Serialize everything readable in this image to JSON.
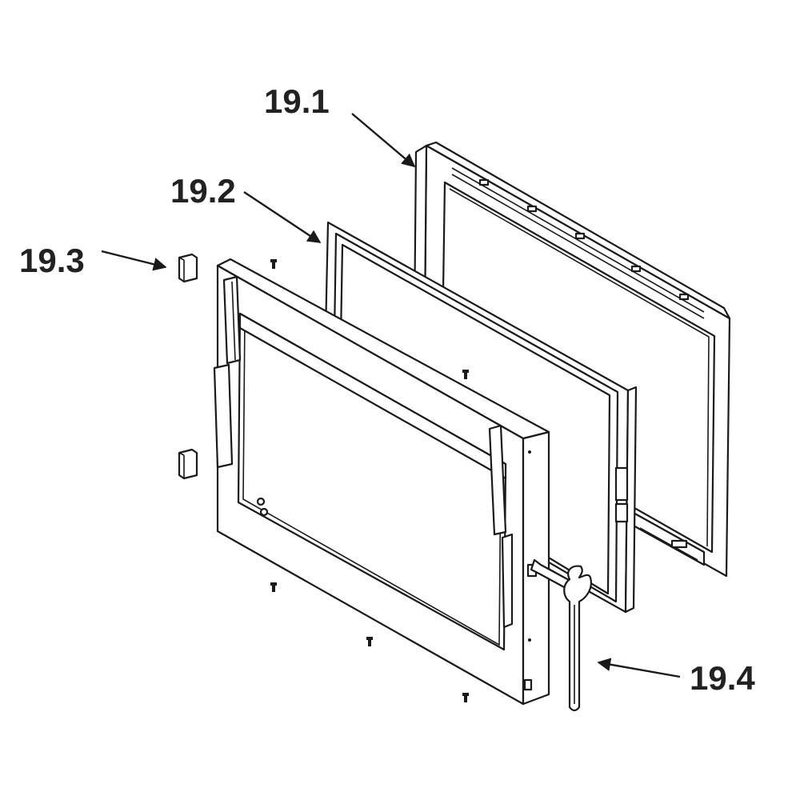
{
  "callouts": {
    "c191": "19.1",
    "c192": "19.2",
    "c193": "19.3",
    "c194": "19.4"
  }
}
